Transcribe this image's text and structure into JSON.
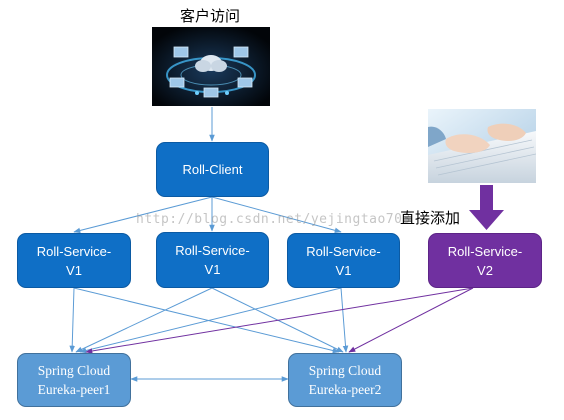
{
  "captions": {
    "client_access": "客户访问",
    "direct_add": "直接添加"
  },
  "watermark": "http://blog.csdn.net/yejingtao703",
  "nodes": {
    "roll_client": "Roll-Client",
    "service_v1_a": [
      "Roll-Service-",
      "V1"
    ],
    "service_v1_b": [
      "Roll-Service-",
      "V1"
    ],
    "service_v1_c": [
      "Roll-Service-",
      "V1"
    ],
    "service_v2": [
      "Roll-Service-",
      "V2"
    ],
    "eureka_peer1": [
      "Spring Cloud",
      "Eureka-peer1"
    ],
    "eureka_peer2": [
      "Spring Cloud",
      "Eureka-peer2"
    ]
  },
  "colors": {
    "service_blue": "#0f6fc6",
    "service_purple": "#7030a0",
    "eureka_blue": "#5b9bd5",
    "connector_blue": "#5b9bd5",
    "connector_purple": "#7030a0"
  }
}
